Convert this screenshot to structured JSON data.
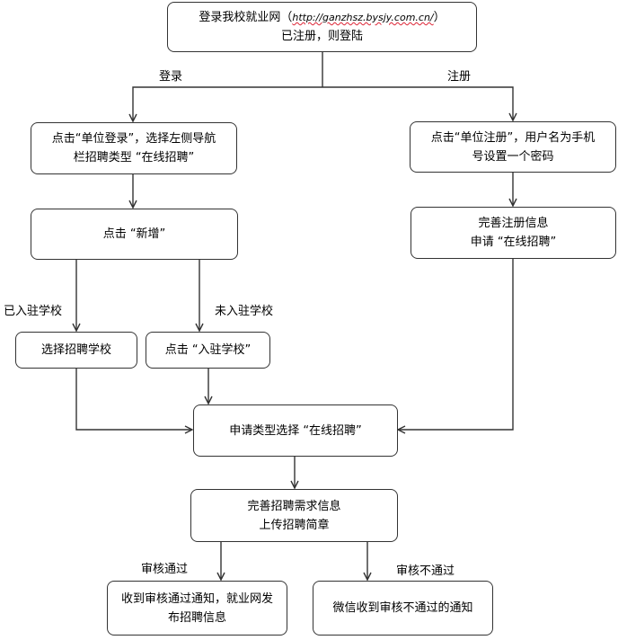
{
  "nodes": {
    "start": {
      "line1a": "登录我校就业网（",
      "url": "http://ganzhsz.bysjy.com.cn/",
      "line1b": "）",
      "line2": "已注册，则登陆"
    },
    "login_step": {
      "line1": "点击“单位登录”，选择左侧导航",
      "line2": "栏招聘类型 “在线招聘”"
    },
    "add_new": {
      "line1": "点击 “新增”"
    },
    "choose_school": {
      "line1": "选择招聘学校"
    },
    "enter_school": {
      "line1": "点击 “入驻学校”"
    },
    "register_step": {
      "line1": "点击“单位注册”，用户名为手机",
      "line2": "号设置一个密码"
    },
    "complete_reg": {
      "line1": "完善注册信息",
      "line2": "申请 “在线招聘”"
    },
    "apply_type": {
      "line1": "申请类型选择 “在线招聘”"
    },
    "complete_req": {
      "line1": "完善招聘需求信息",
      "line2": "上传招聘简章"
    },
    "pass_result": {
      "line1": "收到审核通过通知，就业网发",
      "line2": "布招聘信息"
    },
    "fail_result": {
      "line1": "微信收到审核不通过的通知"
    }
  },
  "edge_labels": {
    "login": "登录",
    "register": "注册",
    "joined": "已入驻学校",
    "not_joined": "未入驻学校",
    "approved": "审核通过",
    "rejected": "审核不通过"
  },
  "colors": {
    "line": "#333333",
    "box_border": "#333333"
  }
}
